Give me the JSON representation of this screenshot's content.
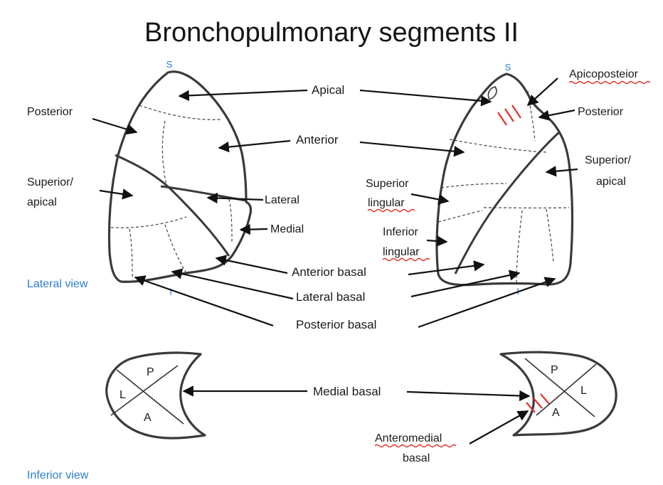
{
  "title": "Bronchopulmonary segments II",
  "views": {
    "lateral": "Lateral view",
    "inferior": "Inferior view"
  },
  "markers": {
    "superior": "S",
    "inferior": "I"
  },
  "center_labels": {
    "apical": "Apical",
    "anterior": "Anterior",
    "lateral": "Lateral",
    "medial": "Medial",
    "anterior_basal": "Anterior basal",
    "lateral_basal": "Lateral basal",
    "posterior_basal": "Posterior basal",
    "medial_basal": "Medial basal"
  },
  "right_lung_labels": {
    "posterior": "Posterior",
    "superior_apical_1": "Superior/",
    "superior_apical_2": "apical"
  },
  "left_lung_labels": {
    "apicoposterior": "Apicoposteior",
    "posterior": "Posterior",
    "superior_apical_1": "Superior/",
    "superior_apical_2": "apical",
    "superior_lingular_1": "Superior",
    "superior_lingular_2": "lingular",
    "inferior_lingular_1": "Inferior",
    "inferior_lingular_2": "lingular"
  },
  "inferior_view": {
    "left_letters": {
      "p": "P",
      "l": "L",
      "a": "A"
    },
    "right_letters": {
      "p": "P",
      "l": "L",
      "a": "A"
    },
    "anteromedial_1": "Anteromedial",
    "anteromedial_2": "basal"
  },
  "colors": {
    "view_label": "#2a7fd4",
    "spellcheck": "#e0312a",
    "outline": "#3a3a3a"
  }
}
